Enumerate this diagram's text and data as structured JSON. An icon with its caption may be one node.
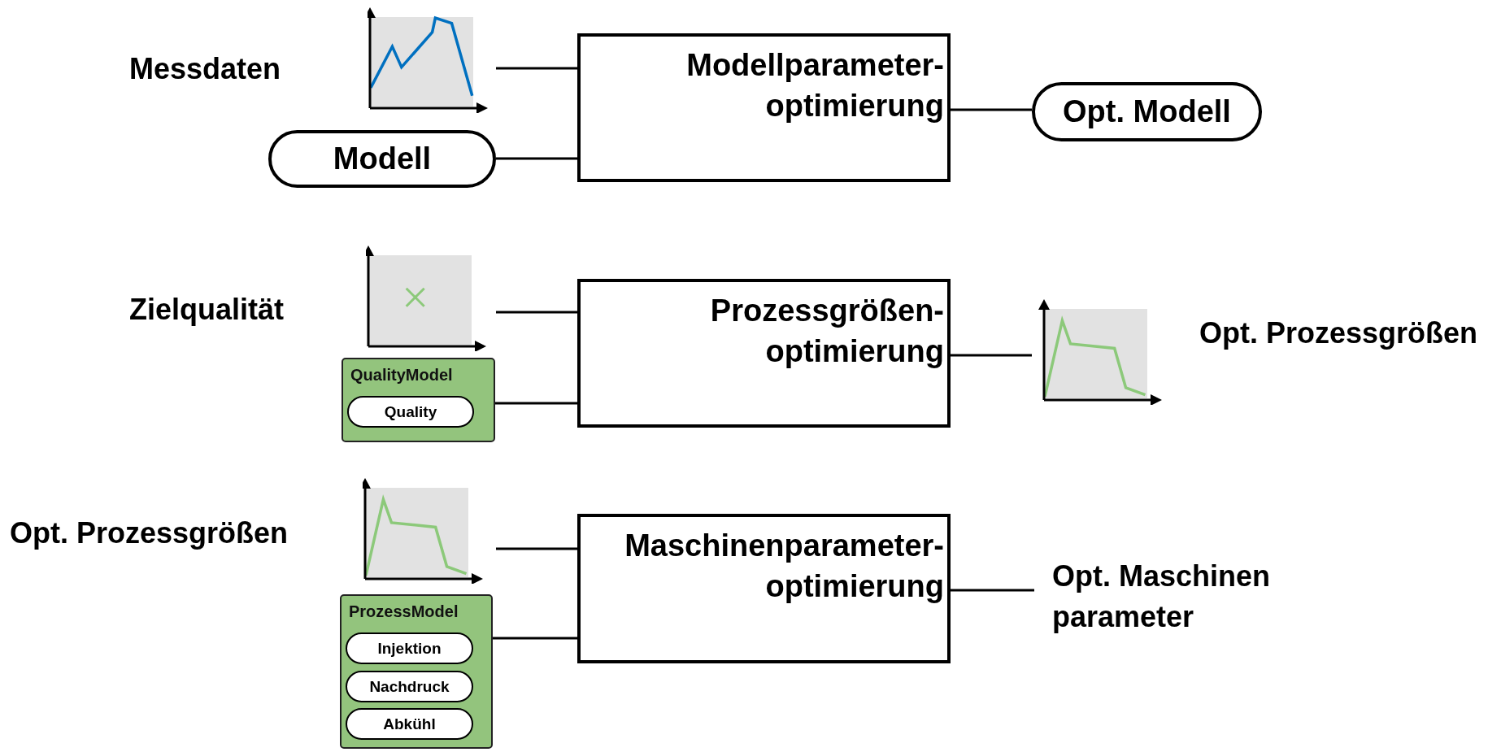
{
  "diagram": {
    "nodes": [
      {
        "text": [],
        "shape": "picture"
      },
      {
        "text": [
          "Modell"
        ]
      },
      {
        "text": [
          "Modellparameter- optimierung"
        ]
      },
      {
        "text": [
          "Opt. Modell"
        ]
      },
      {
        "text": [],
        "shape": "picture",
        "beside": [
          "Zielqualität"
        ]
      },
      {
        "text": [
          "QualityModel"
        ]
      },
      {
        "text": [
          "Quality"
        ],
        "in": 5
      },
      {
        "text": [
          "Prozessgrößen- optimierung"
        ]
      },
      {
        "text": [],
        "shape": "picture",
        "beside": [
          "Opt. Prozessgrößen"
        ]
      },
      {
        "text": [],
        "shape": "picture",
        "beside": [
          "Opt. Prozessgrößen"
        ]
      },
      {
        "text": [
          "ProzessModel"
        ]
      },
      {
        "text": [
          "Injektion"
        ],
        "in": 10
      },
      {
        "text": [
          "Nachdruck"
        ],
        "in": 10
      },
      {
        "text": [
          "Abkühl"
        ],
        "in": 10
      },
      {
        "text": [
          "Maschinenparameter- optimierung"
        ]
      },
      {
        "text": [
          "Opt. Maschinen parameter"
        ]
      }
    ],
    "labels": [
      "Messdaten"
    ],
    "edges": [
      {
        "from": 0,
        "to": 2,
        "arrow": "none"
      },
      {
        "from": 1,
        "to": 2,
        "arrow": "none"
      },
      {
        "from": 2,
        "to": 3,
        "arrow": "none"
      },
      {
        "from": 4,
        "to": 7,
        "arrow": "none"
      },
      {
        "from": 5,
        "to": 7,
        "arrow": "none"
      },
      {
        "from": 7,
        "to": 8,
        "arrow": "none"
      },
      {
        "from": 9,
        "to": 14,
        "arrow": "none"
      },
      {
        "from": 10,
        "to": 14,
        "arrow": "none"
      },
      {
        "from": 14,
        "to": 15,
        "arrow": "none"
      }
    ]
  }
}
